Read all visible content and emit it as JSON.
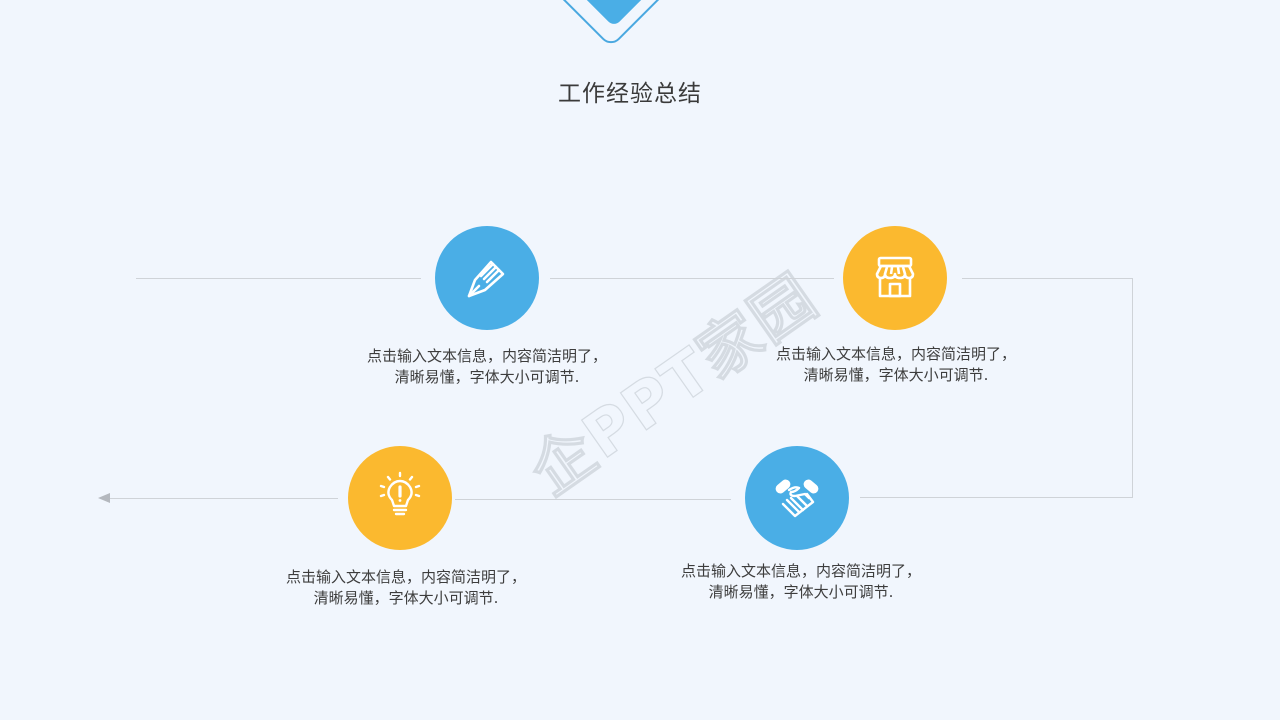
{
  "header": {
    "title": "工作经验总结",
    "badge_icon": "diamond-shape",
    "badge_color": "#4aaee6"
  },
  "watermark": {
    "text": "企PPT家园"
  },
  "colors": {
    "background": "#f1f6fd",
    "blue": "#4aaee6",
    "yellow": "#fbb92f",
    "line": "#cfd3d8",
    "text": "#3d3d3d"
  },
  "steps": [
    {
      "icon": "pencil-icon",
      "color": "blue",
      "line1": "点击输入文本信息，内容简洁明了，",
      "line2": "清晰易懂，字体大小可调节."
    },
    {
      "icon": "store-icon",
      "color": "yellow",
      "line1": "点击输入文本信息，内容简洁明了，",
      "line2": "清晰易懂，字体大小可调节."
    },
    {
      "icon": "handshake-icon",
      "color": "blue",
      "line1": "点击输入文本信息，内容简洁明了，",
      "line2": "清晰易懂，字体大小可调节."
    },
    {
      "icon": "lightbulb-icon",
      "color": "yellow",
      "line1": "点击输入文本信息，内容简洁明了，",
      "line2": "清晰易懂，字体大小可调节."
    }
  ]
}
